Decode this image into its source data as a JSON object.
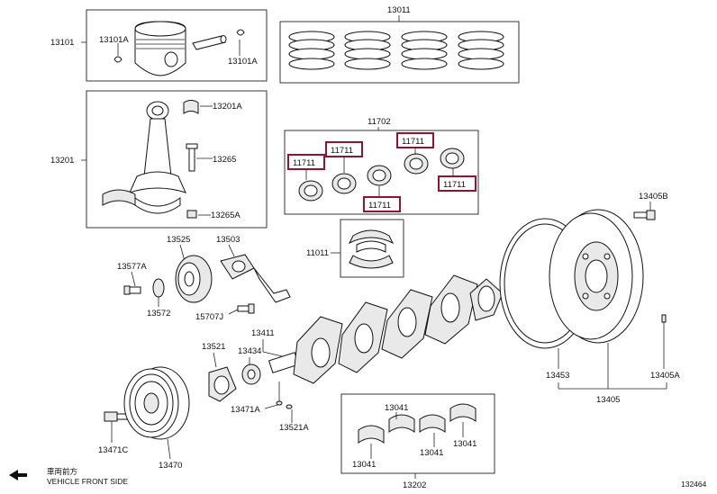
{
  "labels": {
    "l13101": "13101",
    "l13101A_1": "13101A",
    "l13101A_2": "13101A",
    "l13011": "13011",
    "l13201": "13201",
    "l13201A": "13201A",
    "l13265": "13265",
    "l13265A": "13265A",
    "l11702": "11702",
    "l11711_1": "11711",
    "l11711_2": "11711",
    "l11711_3": "11711",
    "l11711_4": "11711",
    "l11711_5": "11711",
    "l11011": "11011",
    "l13525": "13525",
    "l13503": "13503",
    "l13577A": "13577A",
    "l13572": "13572",
    "l15707J": "15707J",
    "l13411": "13411",
    "l13521": "13521",
    "l13434": "13434",
    "l13471A": "13471A",
    "l13521A": "13521A",
    "l13471C": "13471C",
    "l13470": "13470",
    "l13041_1": "13041",
    "l13041_2": "13041",
    "l13041_3": "13041",
    "l13041_4": "13041",
    "l13202": "13202",
    "l13405B": "13405B",
    "l13453": "13453",
    "l13405A": "13405A",
    "l13405": "13405",
    "footer_jp": "車両前方",
    "footer_en": "VEHICLE FRONT SIDE",
    "figure_id": "132464"
  },
  "colors": {
    "highlight_box": "#8b1535",
    "line": "#222222"
  },
  "icons": {
    "direction": "front-arrow-icon"
  }
}
